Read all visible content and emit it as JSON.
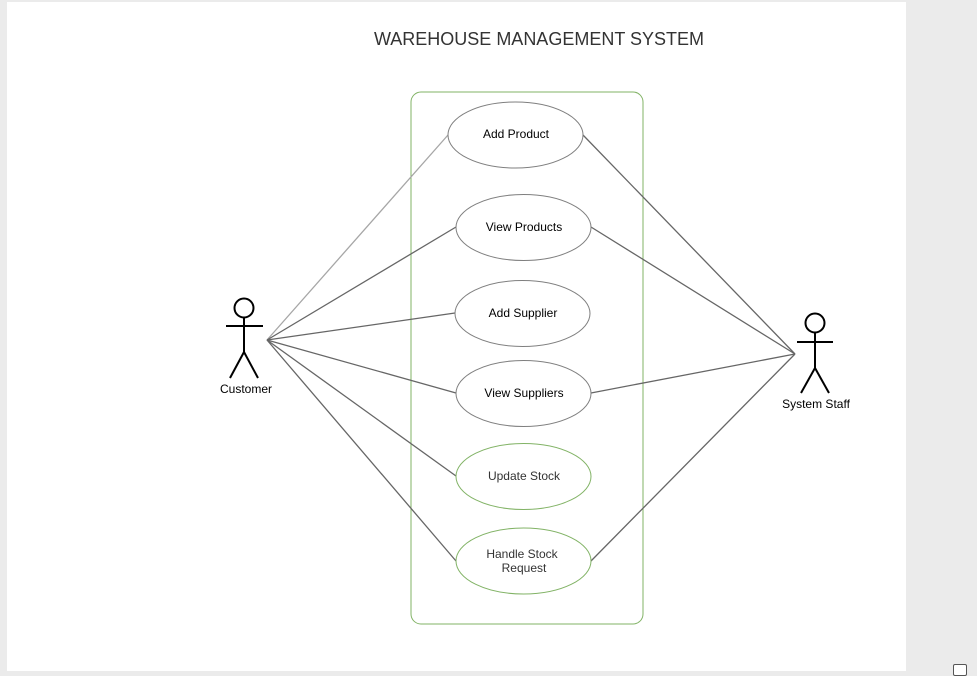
{
  "title": "WAREHOUSE MANAGEMENT SYSTEM",
  "actors": {
    "customer": "Customer",
    "staff": "System Staff"
  },
  "use_cases": [
    {
      "line1": "Add Product",
      "line2": ""
    },
    {
      "line1": "View Products",
      "line2": ""
    },
    {
      "line1": "Add Supplier",
      "line2": ""
    },
    {
      "line1": "View Suppliers",
      "line2": ""
    },
    {
      "line1": "Update Stock",
      "line2": ""
    },
    {
      "line1": "Handle Stock",
      "line2": "Request"
    }
  ],
  "colors": {
    "boundary": "#82b366",
    "ellipse_default": "#7f7f7f",
    "ellipse_green": "#82b366",
    "line": "#666666",
    "line_light": "#999999"
  }
}
